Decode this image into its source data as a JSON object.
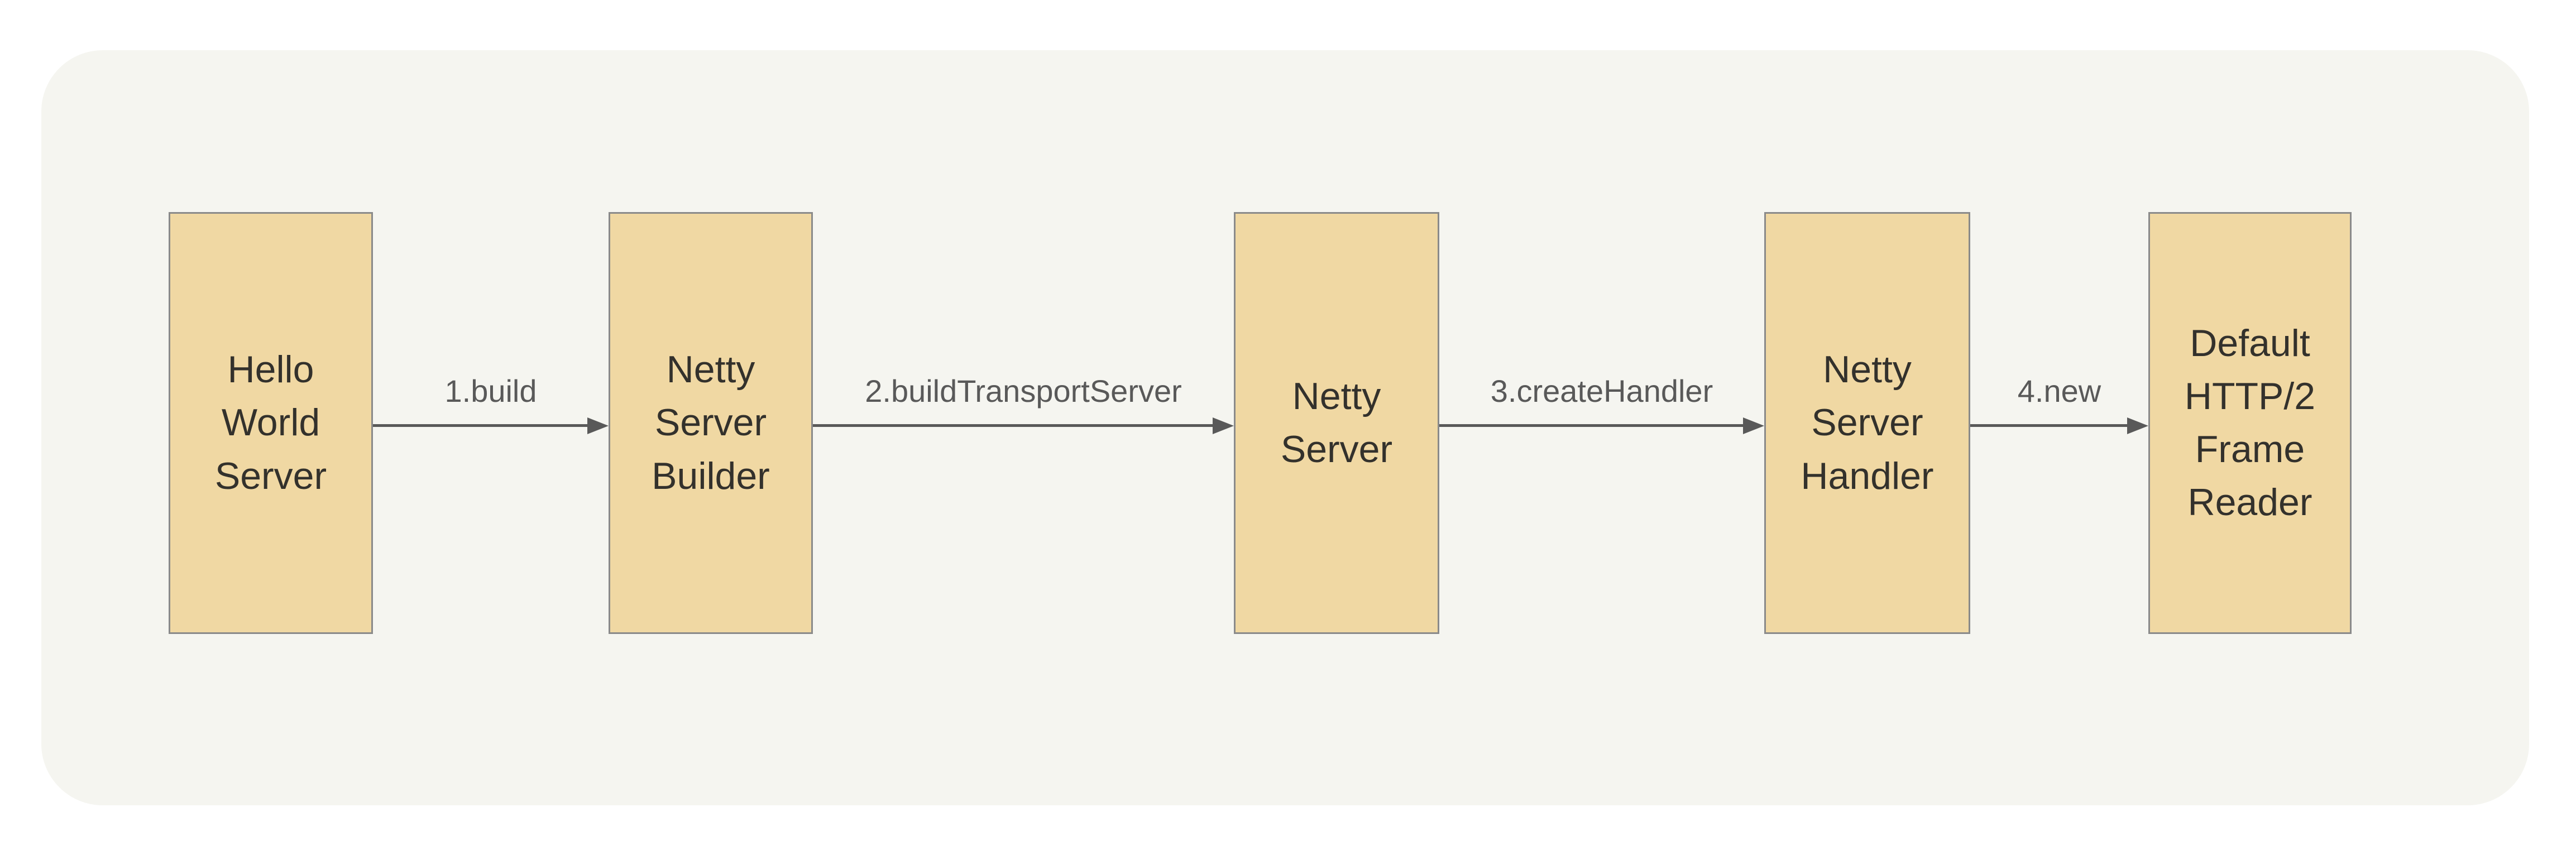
{
  "diagram": {
    "nodes": [
      {
        "label": "Hello World Server"
      },
      {
        "label": "Netty Server Builder"
      },
      {
        "label": "Netty Server"
      },
      {
        "label": "Netty Server Handler"
      },
      {
        "label": "Default HTTP/2 Frame Reader"
      }
    ],
    "edges": [
      {
        "label": "1.build"
      },
      {
        "label": "2.buildTransportServer"
      },
      {
        "label": "3.createHandler"
      },
      {
        "label": "4.new"
      }
    ],
    "colors": {
      "page_bg": "#FFFFFF",
      "panel_bg": "#F5F5F0",
      "node_fill": "#F0D8A3",
      "node_border": "#8A8A8A",
      "node_text": "#33312C",
      "edge_line": "#595959",
      "edge_label_color": "#595959"
    }
  }
}
